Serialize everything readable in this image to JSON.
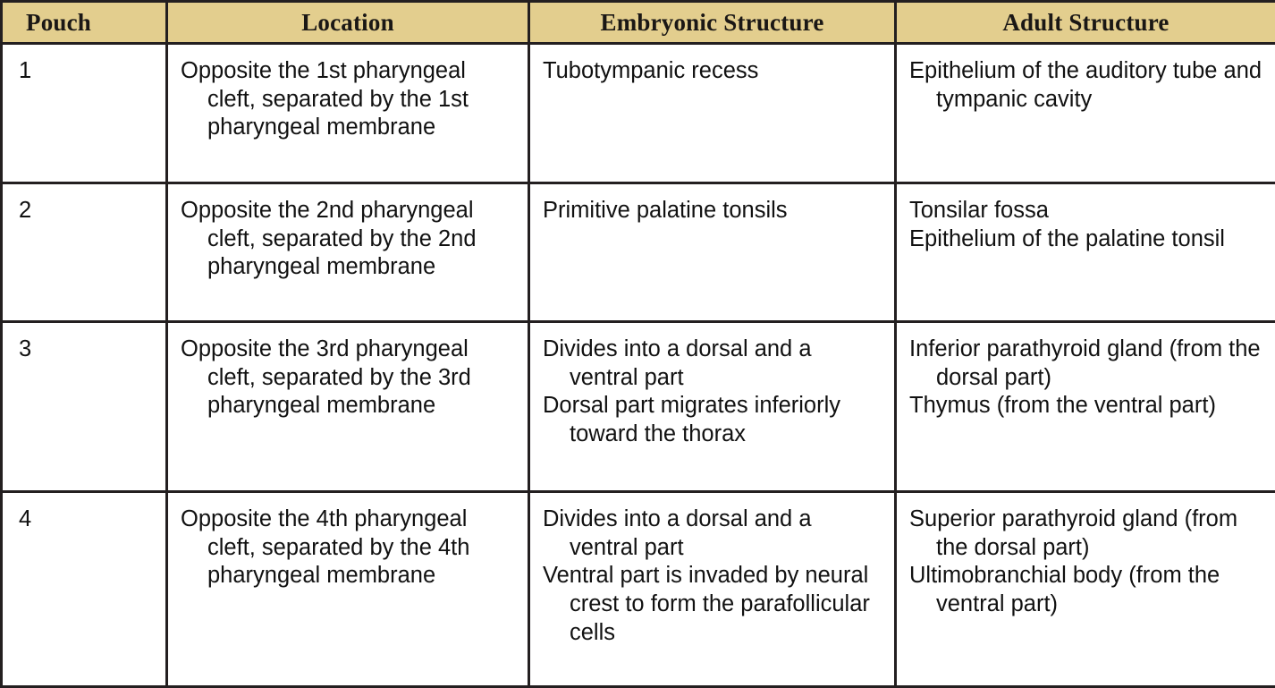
{
  "table": {
    "caption": "",
    "columns": [
      {
        "key": "pouch",
        "label": "Pouch"
      },
      {
        "key": "location",
        "label": "Location"
      },
      {
        "key": "embryonic",
        "label": "Embryonic Structure"
      },
      {
        "key": "adult",
        "label": "Adult Structure"
      }
    ],
    "header_background": "#e3ce8e",
    "border_color": "#231f20",
    "rows": [
      {
        "pouch": "1",
        "location": [
          "Opposite the 1st pharyngeal cleft, separated by the 1st pharyngeal membrane"
        ],
        "embryonic": [
          "Tubotympanic recess"
        ],
        "adult": [
          "Epithelium of the auditory tube and tympanic cavity"
        ]
      },
      {
        "pouch": "2",
        "location": [
          "Opposite the 2nd pharyngeal cleft, separated by the 2nd pharyngeal membrane"
        ],
        "embryonic": [
          "Primitive palatine tonsils"
        ],
        "adult": [
          "Tonsilar fossa",
          "Epithelium of the palatine tonsil"
        ]
      },
      {
        "pouch": "3",
        "location": [
          "Opposite the 3rd pharyngeal cleft, separated by the 3rd pharyngeal membrane"
        ],
        "embryonic": [
          "Divides into a dorsal and a ventral part",
          "Dorsal part migrates inferiorly toward the thorax"
        ],
        "adult": [
          "Inferior parathyroid gland (from the dorsal part)",
          "Thymus (from the ventral part)"
        ]
      },
      {
        "pouch": "4",
        "location": [
          "Opposite the 4th pharyngeal cleft, separated by the 4th pharyngeal membrane"
        ],
        "embryonic": [
          "Divides into a dorsal and a ventral part",
          "Ventral part is invaded by neural crest to form the parafollicular cells"
        ],
        "adult": [
          "Superior parathyroid gland (from the dorsal part)",
          "Ultimobranchial body (from the ventral part)"
        ]
      }
    ]
  }
}
